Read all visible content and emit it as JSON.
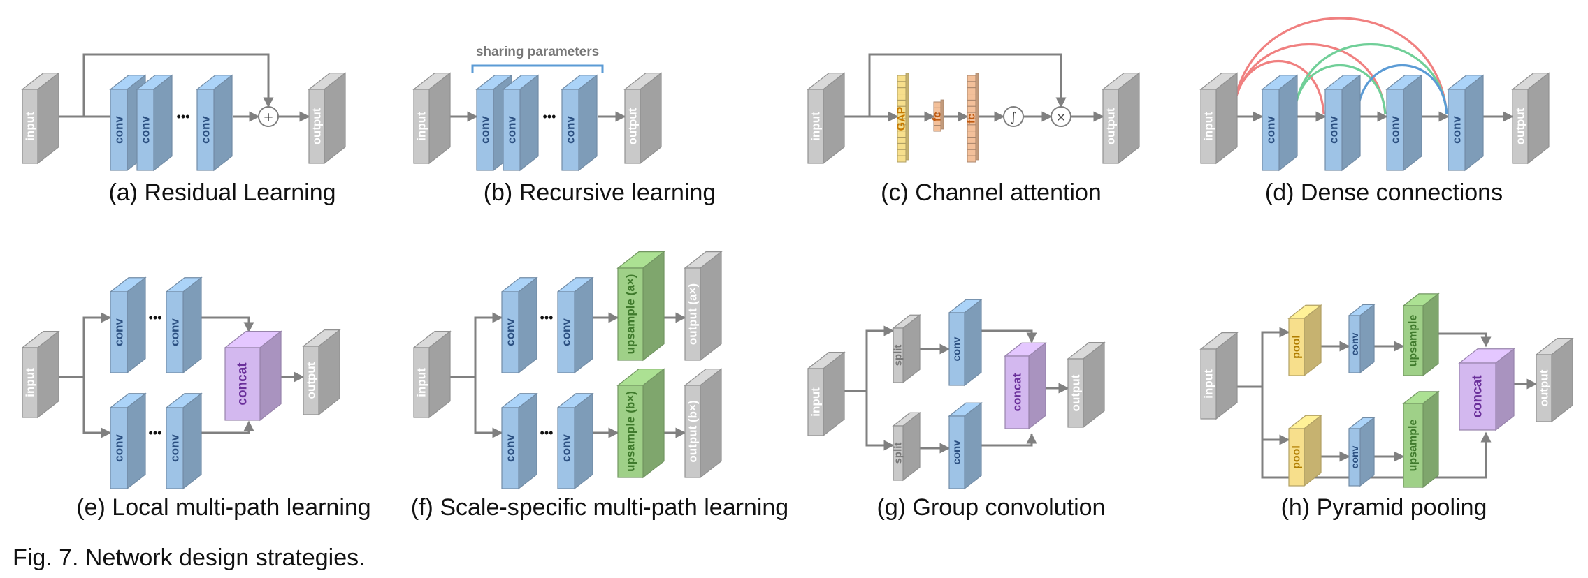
{
  "labels": {
    "input": "input",
    "output": "output",
    "conv": "conv",
    "concat": "concat",
    "split": "split",
    "pool": "pool",
    "upsample": "upsample",
    "upsample_a": "upsample (a×)",
    "upsample_b": "upsample (b×)",
    "output_a": "output (a×)",
    "output_b": "output (b×)",
    "gap": "GAP",
    "fc": "fc",
    "sharing": "sharing parameters",
    "plus": "+",
    "times": "×",
    "sigma": "∫",
    "dots": "•••"
  },
  "captions": {
    "a": "(a) Residual Learning",
    "b": "(b) Recursive learning",
    "c": "(c) Channel attention",
    "d": "(d) Dense connections",
    "e": "(e) Local multi-path learning",
    "f": "(f) Scale-specific multi-path learning",
    "g": "(g) Group convolution",
    "h": "(h) Pyramid pooling"
  },
  "figure_caption": "Fig. 7. Network design strategies.",
  "colors": {
    "gray": "#c9c9c9",
    "blue": "#9ec3e6",
    "purple": "#d3b8ef",
    "green": "#9fd088",
    "yellow": "#f7df8c",
    "orange": "#f3c09a",
    "arrow": "#808080",
    "dense_red": "#f08080",
    "dense_green": "#70cf98",
    "dense_blue": "#5b9bd5",
    "sharing_bracket": "#5b9bd5"
  }
}
